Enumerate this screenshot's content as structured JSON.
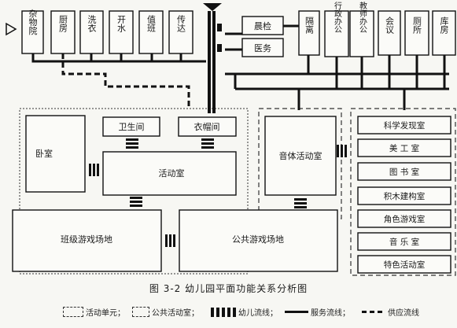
{
  "rooms": {
    "top_row": {
      "miscellaneous_yard": "杂物院",
      "kitchen": "厨房",
      "laundry": "洗衣",
      "boiling_water": "开水",
      "duty_room": "值班",
      "reception": "传达"
    },
    "medical": {
      "morning_check": "晨检",
      "clinic": "医务",
      "isolation": "隔离"
    },
    "offices": {
      "admin_office": "行政办公",
      "teacher_office": "教师办公",
      "meeting_room": "会议",
      "toilet": "厕所",
      "storage": "库房"
    },
    "activity_unit": {
      "bedroom": "卧室",
      "washroom": "卫生间",
      "cloakroom": "衣帽间",
      "activity_room": "活动室"
    },
    "gym": "音体活动室",
    "play_areas": {
      "class_play_area": "班级游戏场地",
      "public_play_area": "公共游戏场地"
    },
    "public_activity_rooms": [
      "科学发现室",
      "美 工 室",
      "图 书 室",
      "积木建构室",
      "角色游戏室",
      "音 乐 室",
      "特色活动室"
    ]
  },
  "caption": "图 3-2   幼儿园平面功能关系分析图",
  "legend": {
    "activity_unit": "活动单元；",
    "public_activity_room": "公共活动室；",
    "child_flow": "幼儿流线；",
    "service_flow": "服务流线；",
    "supply_flow": "供应流线"
  }
}
